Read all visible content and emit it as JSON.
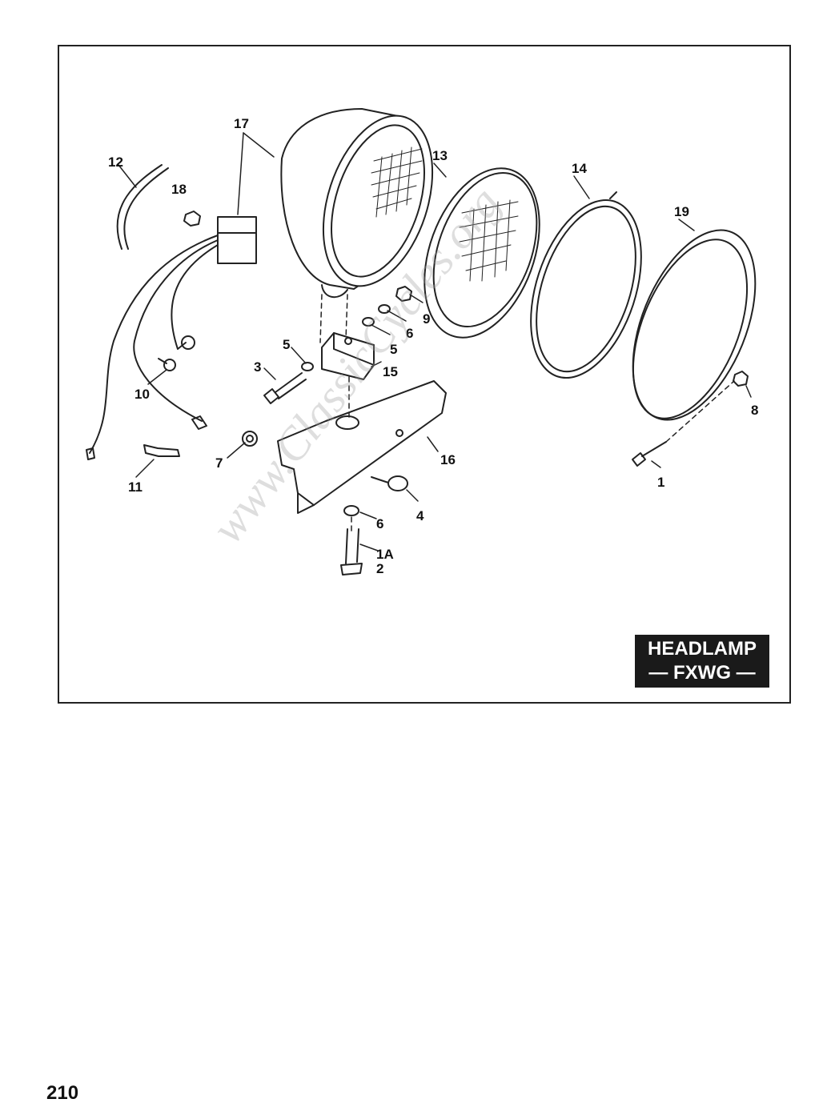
{
  "title": {
    "line1": "HEADLAMP",
    "line2": "— FXWG —"
  },
  "watermark": "www.ClassicCycles.org",
  "page_number": "210",
  "callouts": {
    "c17": "17",
    "c12": "12",
    "c18": "18",
    "c13": "13",
    "c14": "14",
    "c19": "19",
    "c9": "9",
    "c6a": "6",
    "c5a": "5",
    "c5b": "5",
    "c3": "3",
    "c15": "15",
    "c10": "10",
    "c16": "16",
    "c7": "7",
    "c11": "11",
    "c4": "4",
    "c6b": "6",
    "c1A": "1A",
    "c2": "2",
    "c8": "8",
    "c1": "1"
  }
}
